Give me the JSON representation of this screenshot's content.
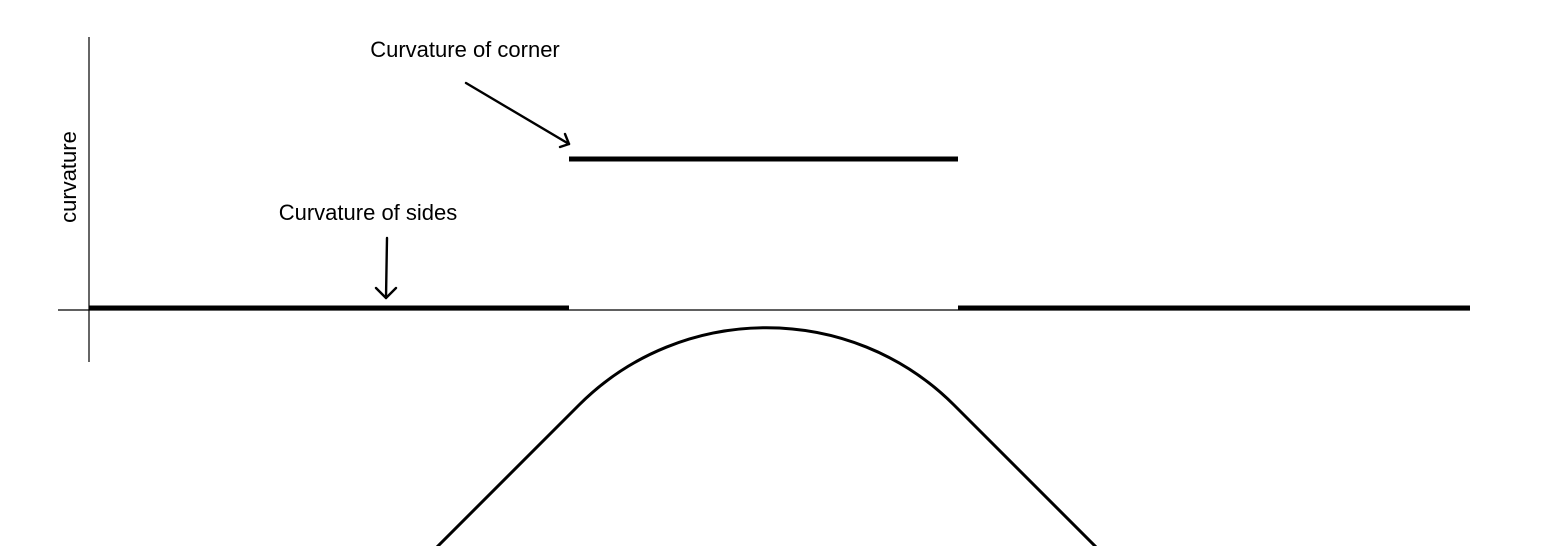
{
  "diagram": {
    "y_axis_label": "curvature",
    "annotations": {
      "corner": "Curvature of corner",
      "sides": "Curvature of sides"
    }
  }
}
